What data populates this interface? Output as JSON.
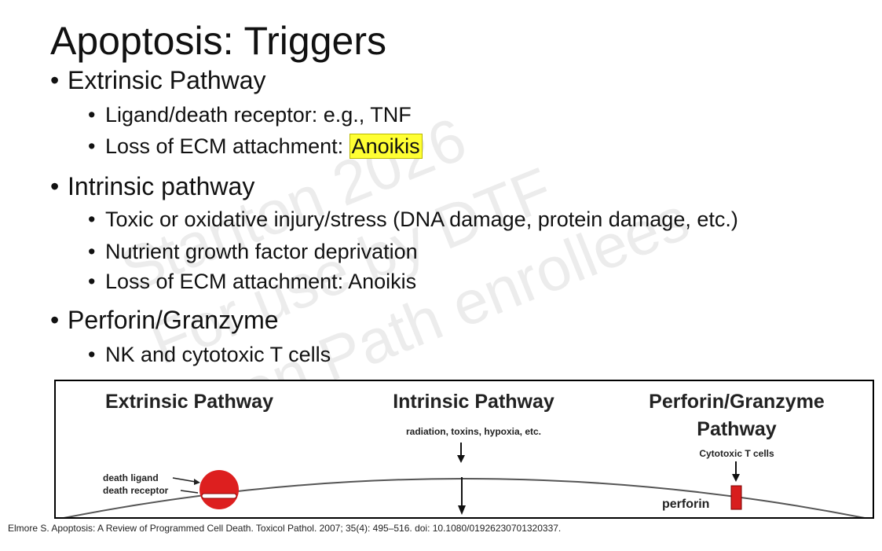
{
  "slide": {
    "title": "Apoptosis: Triggers",
    "bullet_char": "•",
    "sections": [
      {
        "label": "Extrinsic Pathway",
        "items": [
          {
            "text": "Ligand/death receptor: e.g., TNF"
          },
          {
            "prefix": "Loss of ECM attachment: ",
            "highlight": "Anoikis",
            "highlight_color": "#ffff33"
          }
        ]
      },
      {
        "label": "Intrinsic pathway",
        "items": [
          {
            "text": "Toxic or oxidative injury/stress (DNA damage, protein damage, etc.)"
          },
          {
            "text": "Nutrient growth factor deprivation"
          },
          {
            "text": "Loss of ECM attachment: Anoikis"
          }
        ]
      },
      {
        "label": "Perforin/Granzyme",
        "items": [
          {
            "text": "NK and cytotoxic T cells"
          }
        ]
      }
    ]
  },
  "watermark": {
    "lines": [
      "Stanton 2026",
      "For use by DTF",
      "Sen Path enrollees"
    ],
    "color": "#ececec"
  },
  "figure": {
    "extrinsic_title": "Extrinsic Pathway",
    "intrinsic_title": "Intrinsic Pathway",
    "intrinsic_sub": "radiation, toxins, hypoxia, etc.",
    "perforin_title_1": "Perforin/Granzyme",
    "perforin_title_2": "Pathway",
    "perforin_sub": "Cytotoxic T cells",
    "death_ligand": "death ligand",
    "death_receptor": "death receptor",
    "perforin_label": "perforin",
    "ligand_color": "#e02020",
    "perforin_color": "#d81e1e"
  },
  "citation": "Elmore S. Apoptosis: A Review of Programmed Cell Death. Toxicol Pathol. 2007; 35(4): 495–516. doi: 10.1080/01926230701320337."
}
